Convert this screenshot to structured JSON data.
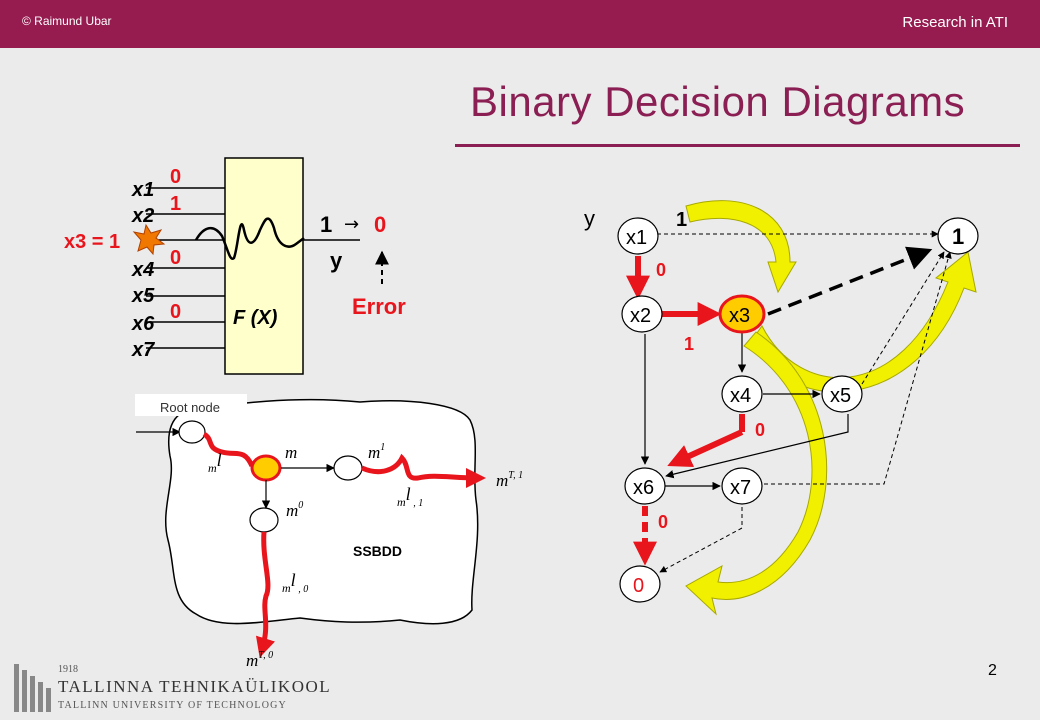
{
  "header": {
    "copyright": "© Raimund Ubar",
    "section": "Research in ATI"
  },
  "title": "Binary Decision Diagrams",
  "page_number": "2",
  "circuit": {
    "inputs": [
      "x1",
      "x2",
      "x3",
      "x4",
      "x5",
      "x6",
      "x7"
    ],
    "input_values": [
      "0",
      "1",
      "0",
      "0"
    ],
    "fault_label": "x3 = 1",
    "function_label": "F (X)",
    "output_name": "y",
    "output_transition_from": "1",
    "output_transition_to": "0",
    "error_label": "Error"
  },
  "ssbdd": {
    "root_label": "Root node",
    "name": "SSBDD"
  },
  "bdd": {
    "output_label": "y",
    "output_value": "1",
    "nodes": [
      "x1",
      "x2",
      "x3",
      "x4",
      "x5",
      "x6",
      "x7"
    ],
    "terminal_one": "1",
    "terminal_zero": "0",
    "edge_labels": [
      "0",
      "1",
      "0",
      "0"
    ]
  },
  "logo": {
    "year": "1918",
    "name": "TALLINNA TEHNIKAÜLIKOOL",
    "subtitle": "TALLINN UNIVERSITY OF TECHNOLOGY"
  },
  "colors": {
    "header_bar": "#961b4f",
    "title": "#8b1f54",
    "path_red": "#e8151c",
    "highlight_yellow": "#f0f000",
    "background": "#ebebeb"
  }
}
